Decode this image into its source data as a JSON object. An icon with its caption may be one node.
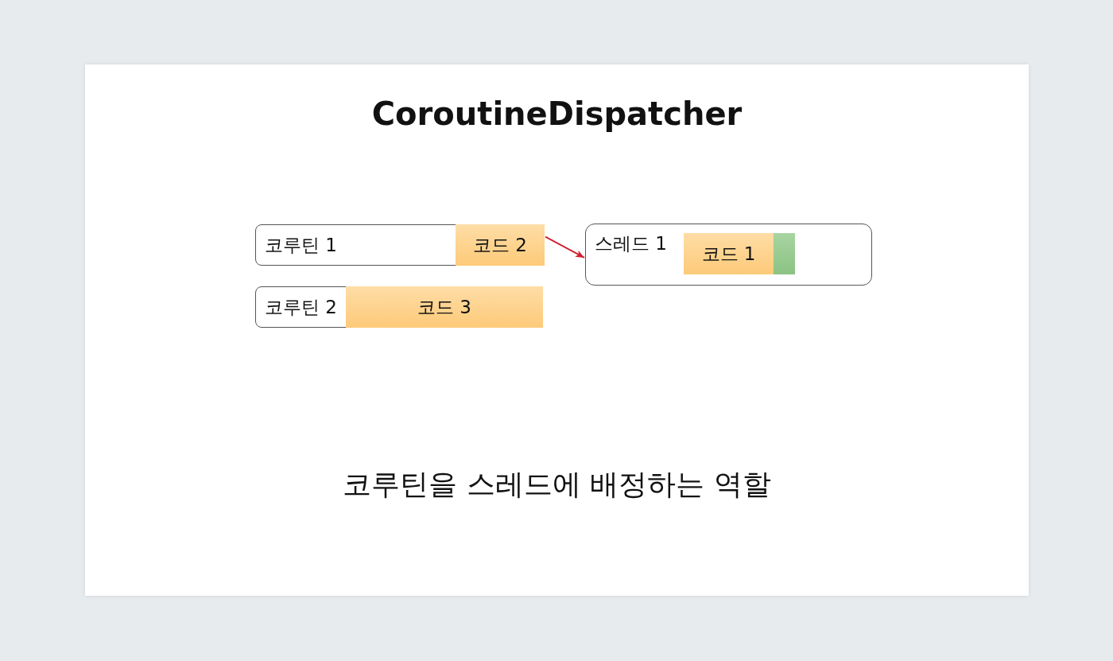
{
  "diagram": {
    "title": "CoroutineDispatcher",
    "caption": "코루틴을 스레드에 배정하는 역할",
    "nodes": [
      {
        "text": [
          "코루틴 1"
        ]
      },
      {
        "text": [
          "코드 2"
        ],
        "in": 0
      },
      {
        "text": [
          "스레드 1"
        ]
      },
      {
        "text": [
          "코드 1"
        ],
        "in": 2
      },
      {
        "text": [],
        "shape": "bar",
        "in": 2
      },
      {
        "text": [
          "코루틴 2"
        ]
      },
      {
        "text": [
          "코드 3"
        ],
        "in": 5
      }
    ],
    "edges": [
      {
        "from": 1,
        "to": 2,
        "arrow": "to",
        "color": "#d0202e"
      }
    ]
  }
}
